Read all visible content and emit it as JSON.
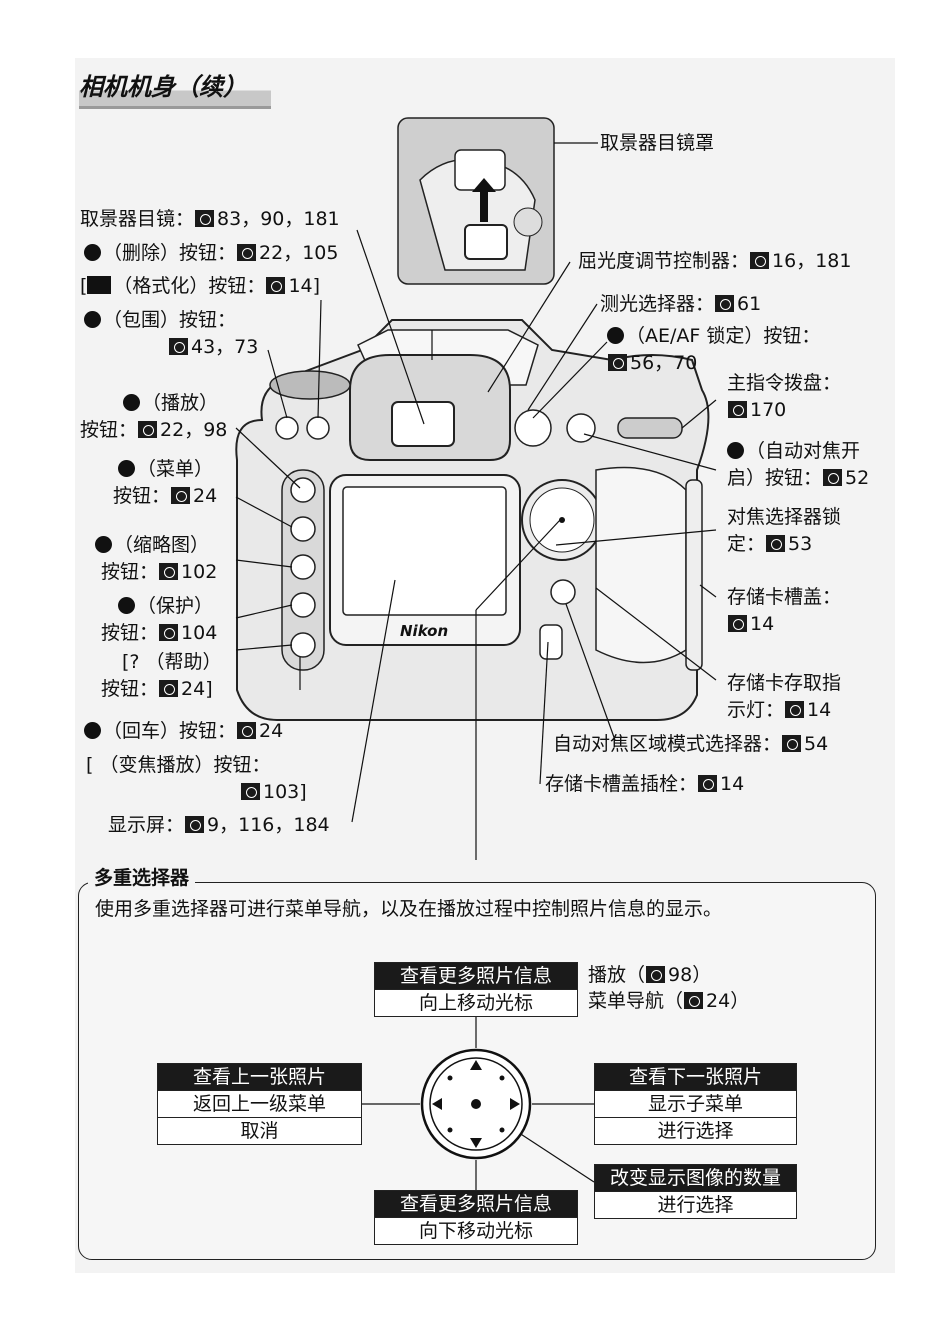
{
  "title": "相机机身（续）",
  "labels": {
    "eyepiece_cap": "取景器目镜罩",
    "eyepiece": "取景器目镜：",
    "eyepiece_ref": "83，90，181",
    "delete_a": "（删除）按钮：",
    "delete_ref": "22，105",
    "format_open": "[",
    "format_a": "（格式化）按钮：",
    "format_ref": "14]",
    "bkt_a": "（包围）按钮：",
    "bkt_ref": "43，73",
    "play_a": "（播放）",
    "play_b": "按钮：",
    "play_ref": "22，98",
    "menu_a": "（菜单）",
    "menu_b": "按钮：",
    "menu_ref": "24",
    "thumb_a": "（缩略图）",
    "thumb_b": "按钮：",
    "thumb_ref": "102",
    "protect_a": "（保护）",
    "protect_b": "按钮：",
    "protect_ref": "104",
    "help_a": "[? （帮助）",
    "help_b": "按钮：",
    "help_ref": "24]",
    "enter_a": "（回车）按钮：",
    "enter_ref": "24",
    "zoom_a": "[ （变焦播放）按钮：",
    "zoom_ref": "103]",
    "monitor": "显示屏：",
    "monitor_ref": "9，116，184",
    "diopter": "屈光度调节控制器：",
    "diopter_ref": "16，181",
    "metering": "测光选择器：",
    "metering_ref": "61",
    "aeafl_a": "（AE/AF 锁定）按钮：",
    "aeafl_ref": "56，70",
    "main_dial": "主指令拨盘：",
    "main_dial_ref": "170",
    "afon_a": "（自动对焦开",
    "afon_b": "启）按钮：",
    "afon_ref": "52",
    "focus_lock_a": "对焦选择器锁",
    "focus_lock_b": "定：",
    "focus_lock_ref": "53",
    "card_cover": "存储卡槽盖：",
    "card_cover_ref": "14",
    "access_a": "存储卡存取指",
    "access_b": "示灯：",
    "access_ref": "14",
    "af_area": "自动对焦区域模式选择器：",
    "af_area_ref": "54",
    "latch": "存储卡槽盖插栓：",
    "latch_ref": "14",
    "brand": "Nikon"
  },
  "multi_selector": {
    "title": "多重选择器",
    "description": "使用多重选择器可进行菜单导航，以及在播放过程中控制照片信息的显示。",
    "up": [
      "查看更多照片信息",
      "向上移动光标"
    ],
    "up_note_a": "播放（",
    "up_note_a_ref": "98）",
    "up_note_b": "菜单导航（",
    "up_note_b_ref": "24）",
    "left": [
      "查看上一张照片",
      "返回上一级菜单",
      "取消"
    ],
    "right": [
      "查看下一张照片",
      "显示子菜单",
      "进行选择"
    ],
    "center": [
      "改变显示图像的数量",
      "进行选择"
    ],
    "down": [
      "查看更多照片信息",
      "向下移动光标"
    ]
  }
}
